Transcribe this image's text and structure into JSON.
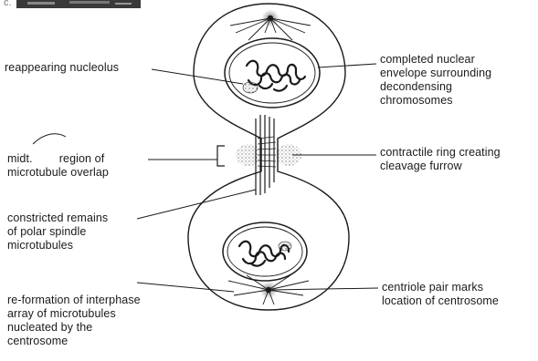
{
  "header": {
    "figure_letter": "c."
  },
  "labels": {
    "reappearing_nucleolus": "reappearing nucleolus",
    "nuclear_envelope": [
      "completed nuclear",
      "envelope surrounding",
      "decondensing",
      "chromosomes"
    ],
    "midbody_prefix": "midt.",
    "midbody_rest": "region of",
    "midbody_line2": "microtubule overlap",
    "contractile_ring": [
      "contractile ring creating",
      "cleavage furrow"
    ],
    "constricted_remains": [
      "constricted remains",
      "of polar spindle",
      "microtubules"
    ],
    "centriole_pair": [
      "centriole pair marks",
      "location of centrosome"
    ],
    "reformation": [
      "re-formation of interphase",
      "array of microtubules",
      "nucleated by the",
      "centrosome"
    ]
  },
  "colors": {
    "ink": "#1a1a1a",
    "stipple": "#555555",
    "scan_noise": "#2a2a2a"
  }
}
